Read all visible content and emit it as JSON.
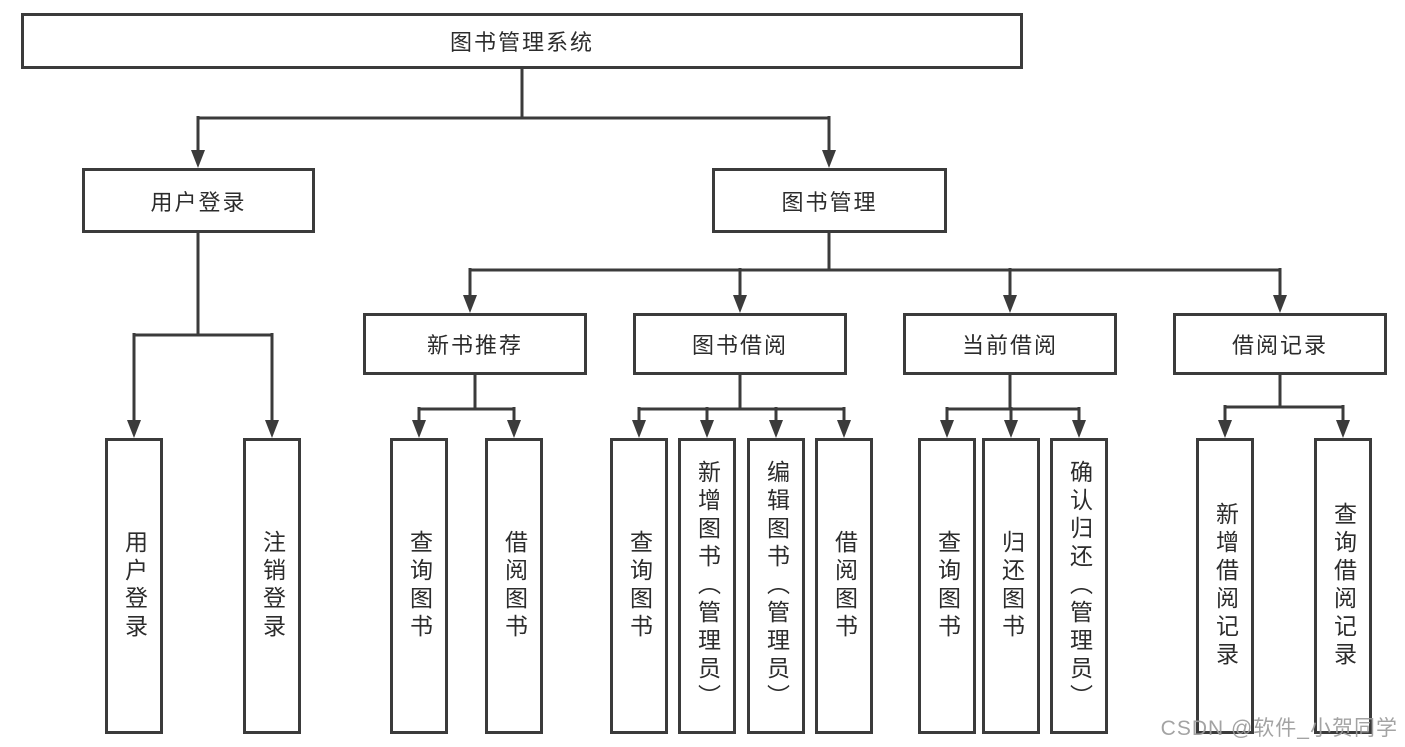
{
  "diagram": {
    "title": "图书管理系统",
    "root": {
      "label": "图书管理系统"
    },
    "level2": [
      {
        "label": "用户登录"
      },
      {
        "label": "图书管理"
      }
    ],
    "level3": [
      {
        "label": "新书推荐"
      },
      {
        "label": "图书借阅"
      },
      {
        "label": "当前借阅"
      },
      {
        "label": "借阅记录"
      }
    ],
    "leaves": [
      {
        "label": "用户登录",
        "parent": "用户登录"
      },
      {
        "label": "注销登录",
        "parent": "用户登录"
      },
      {
        "label": "查询图书",
        "parent": "新书推荐"
      },
      {
        "label": "借阅图书",
        "parent": "新书推荐"
      },
      {
        "label": "查询图书",
        "parent": "图书借阅"
      },
      {
        "label": "新增图书（管理员）",
        "parent": "图书借阅"
      },
      {
        "label": "编辑图书（管理员）",
        "parent": "图书借阅"
      },
      {
        "label": "借阅图书",
        "parent": "图书借阅"
      },
      {
        "label": "查询图书",
        "parent": "当前借阅"
      },
      {
        "label": "归还图书",
        "parent": "当前借阅"
      },
      {
        "label": "确认归还（管理员）",
        "parent": "当前借阅"
      },
      {
        "label": "新增借阅记录",
        "parent": "借阅记录"
      },
      {
        "label": "查询借阅记录",
        "parent": "借阅记录"
      }
    ]
  },
  "watermark": {
    "text": "CSDN @软件_小贺同学"
  },
  "colors": {
    "line": "#3b3b3b",
    "text": "#2c2c2c",
    "watermark": "#9c9c9c",
    "background": "#ffffff"
  }
}
